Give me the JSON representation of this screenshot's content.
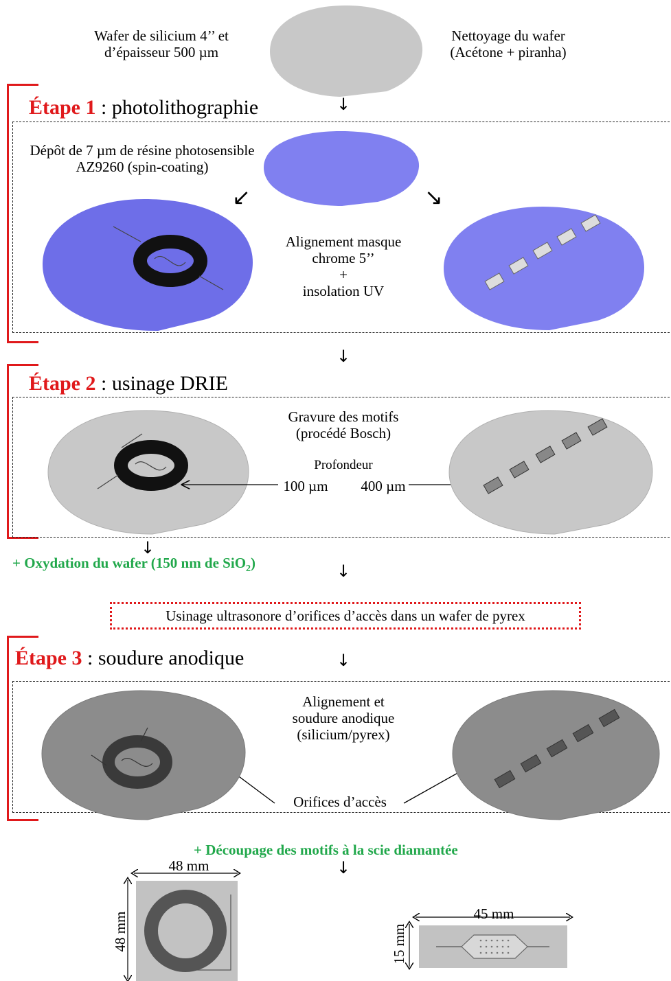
{
  "top": {
    "wafer_left": [
      "Wafer de silicium 4’’ et",
      "d’épaisseur 500 µm"
    ],
    "wafer_right": [
      "Nettoyage du wafer",
      "(Acétone + piranha)"
    ]
  },
  "step1": {
    "label": "Étape 1",
    "rest": " : photolithographie",
    "resin": [
      "Dépôt de 7 µm de résine photosensible",
      "AZ9260 (spin-coating)"
    ],
    "align": [
      "Alignement masque",
      "chrome 5’’",
      "+",
      "insolation UV"
    ]
  },
  "step2": {
    "label": "Étape 2",
    "rest": " : usinage DRIE",
    "etch": [
      "Gravure des motifs",
      "(procédé Bosch)"
    ],
    "depth_title": "Profondeur",
    "depth_left": "100 µm",
    "depth_right": "400 µm"
  },
  "oxidation": {
    "pre": "+ Oxydation du wafer (150 nm de SiO",
    "sub": "2",
    "post": ")"
  },
  "pyrex": "Usinage ultrasonore d’orifices d’accès dans un wafer de pyrex",
  "step3": {
    "label": "Étape 3",
    "rest": " : soudure anodique",
    "bond": [
      "Alignement et",
      "soudure anodique",
      "(silicium/pyrex)"
    ],
    "orifices": "Orifices d’accès"
  },
  "cutting": "+ Découpage des motifs à la scie diamantée",
  "dims": {
    "square_w": "48 mm",
    "square_h": "48 mm",
    "rect_w": "45 mm",
    "rect_h": "15 mm"
  },
  "colors": {
    "step_red": "#e0191b",
    "green_text": "#21a84b",
    "resin_blue": "#8080f0",
    "silicon_grey": "#c8c8c8",
    "pyrex_grey": "#8c8c8c"
  }
}
